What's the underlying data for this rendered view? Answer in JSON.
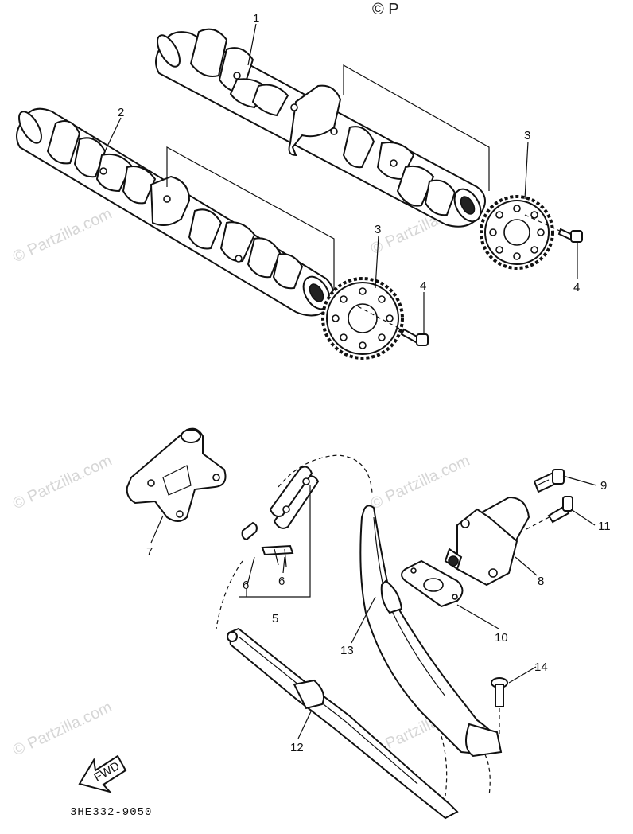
{
  "watermark": {
    "copyright_top": "© P",
    "text": "© Partzilla.com"
  },
  "diagram_code": "3HE332-9050",
  "fwd_label": "FWD",
  "callouts": {
    "c1": "1",
    "c2": "2",
    "c3a": "3",
    "c3b": "3",
    "c4a": "4",
    "c4b": "4",
    "c5": "5",
    "c6a": "6",
    "c6b": "6",
    "c7": "7",
    "c8": "8",
    "c9": "9",
    "c10": "10",
    "c11": "11",
    "c12": "12",
    "c13": "13",
    "c14": "14"
  }
}
